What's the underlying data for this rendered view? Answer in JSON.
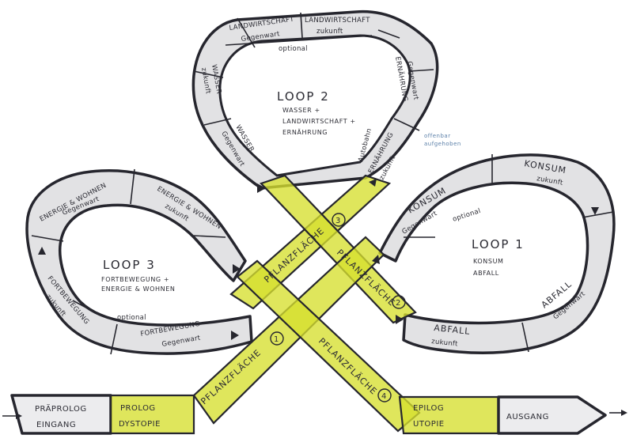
{
  "loops": {
    "loop1": {
      "title": "LOOP 1",
      "subtitle_line1": "KONSUM",
      "subtitle_line2": "ABFALL",
      "konsum_zukunft_top": "KONSUM",
      "konsum_zukunft_bottom": "zukunft",
      "konsum_gegenwart_top": "KONSUM",
      "konsum_gegenwart_bottom": "Gegenwart",
      "optional": "optional",
      "abfall_zukunft_top": "ABFALL",
      "abfall_zukunft_bottom": "zukunft",
      "abfall_gegenwart_top": "ABFALL",
      "abfall_gegenwart_bottom": "Gegenwart"
    },
    "loop2": {
      "title": "LOOP 2",
      "subtitle_line1": "WASSER +",
      "subtitle_line2": "LANDWIRTSCHAFT +",
      "subtitle_line3": "ERNÄHRUNG",
      "landwirtschaft_gegenwart_top": "LANDWIRTSCHAFT",
      "landwirtschaft_gegenwart_bottom": "Gegenwart",
      "landwirtschaft_zukunft_top": "LANDWIRTSCHAFT",
      "landwirtschaft_zukunft_bottom": "zukunft",
      "optional": "optional",
      "wasser_zukunft_top": "WASSER",
      "wasser_zukunft_bottom": "zukunft",
      "wasser_gegenwart_top": "WASSER",
      "wasser_gegenwart_bottom": "Gegenwart",
      "ernaehrung_gegenwart_top": "ERNÄHRUNG",
      "ernaehrung_gegenwart_bottom": "Gegenwart",
      "ernaehrung_zukunft_top": "ERNÄHRUNG",
      "ernaehrung_zukunft_bottom": "zukunft",
      "autobahn": "Autobahn",
      "note_line1": "offenbar",
      "note_line2": "aufgehoben"
    },
    "loop3": {
      "title": "LOOP 3",
      "subtitle_line1": "FORTBEWEGUNG +",
      "subtitle_line2": "ENERGIE & WOHNEN",
      "energie_gegenwart_top": "ENERGIE & WOHNEN",
      "energie_gegenwart_bottom": "Gegenwart",
      "energie_zukunft_top": "ENERGIE & WOHNEN",
      "energie_zukunft_bottom": "zukunft",
      "fort_zukunft_top": "FORTBEWEGUNG",
      "fort_zukunft_bottom": "zukunft",
      "fort_gegenwart_top": "FORTBEWEGUNG",
      "fort_gegenwart_bottom": "Gegenwart",
      "optional": "optional"
    }
  },
  "lanes": {
    "pflanzflaeche_1": "PFLANZFLÄCHE",
    "pflanzflaeche_1_num": "1",
    "pflanzflaeche_2": "PFLANZFLÄCHE",
    "pflanzflaeche_2_num": "2",
    "pflanzflaeche_3": "PFLANZFLÄCHE",
    "pflanzflaeche_3_num": "3",
    "pflanzflaeche_4": "PFLANZFLÄCHE",
    "pflanzflaeche_4_num": "4"
  },
  "path": {
    "praeprolog": "PRÄPROLOG",
    "eingang": "EINGANG",
    "prolog": "PROLOG",
    "dystopie": "DYSTOPIE",
    "epilog": "EPILOG",
    "utopie": "UTOPIE",
    "ausgang": "AUSGANG"
  },
  "colors": {
    "band": "#e2e2e4",
    "outline": "#26262e",
    "lane": "#d6df2e",
    "note": "#5a7fa8"
  }
}
